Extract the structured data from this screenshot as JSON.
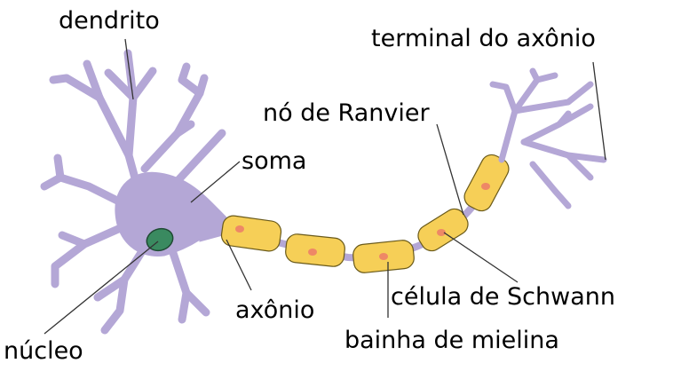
{
  "labels": {
    "dendrite": "dendrito",
    "axon_terminal": "terminal do axônio",
    "node_of_ranvier": "nó de Ranvier",
    "soma": "soma",
    "axon": "axônio",
    "schwann_cell": "célula de Schwann",
    "myelin_sheath": "bainha de mielina",
    "nucleus": "núcleo"
  },
  "colors": {
    "neuron": "#b4a7d6",
    "neuron_outline": "#4a4a4a",
    "myelin": "#f6cf57",
    "myelin_outline": "#6a5a1a",
    "schwann_nucleus": "#ee8866",
    "nucleus": "#3a8a60",
    "nucleus_outline": "#1f4a33",
    "leader_line": "#333333"
  }
}
